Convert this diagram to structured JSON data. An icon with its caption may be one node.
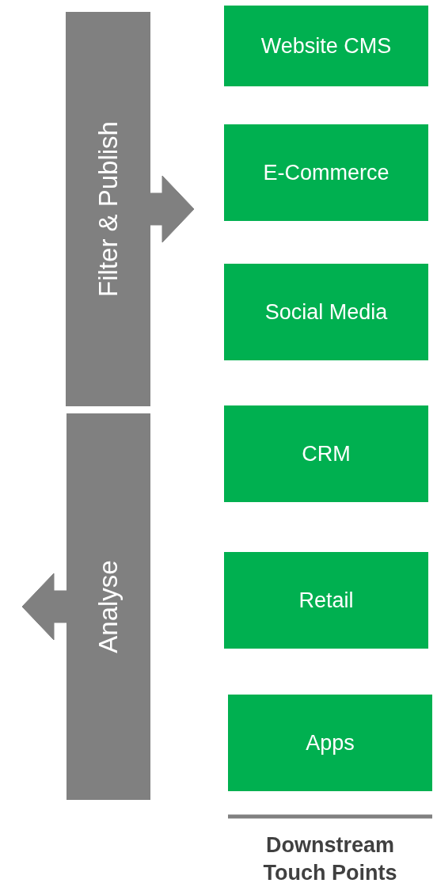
{
  "diagram": {
    "nodes": [
      {
        "text": [
          "Filter & Publish"
        ]
      },
      {
        "text": [
          "Analyse"
        ]
      },
      {
        "text": [
          "Website CMS"
        ]
      },
      {
        "text": [
          "E-Commerce"
        ]
      },
      {
        "text": [
          "Social Media"
        ]
      },
      {
        "text": [
          "CRM"
        ]
      },
      {
        "text": [
          "Retail"
        ]
      },
      {
        "text": [
          "Apps"
        ]
      }
    ],
    "edges": [
      {
        "from": 0,
        "to": null,
        "arrow": "to",
        "style": "thick"
      },
      {
        "from": 1,
        "to": null,
        "arrow": "to",
        "style": "thick"
      }
    ],
    "labels": [
      "Downstream Touch Points"
    ]
  }
}
